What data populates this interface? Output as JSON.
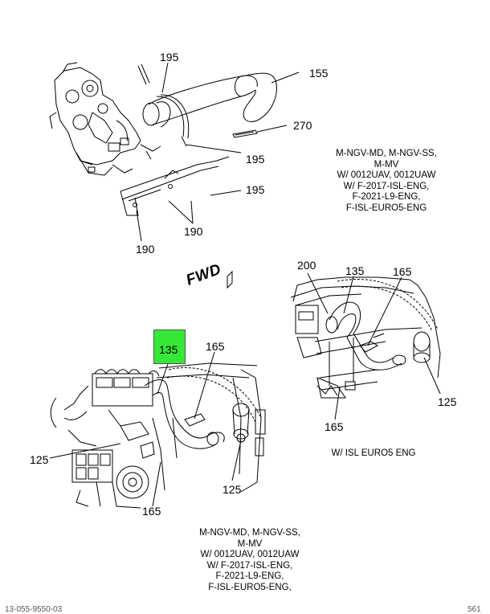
{
  "callouts": {
    "top_195_a": "195",
    "top_155": "155",
    "top_270": "270",
    "top_195_b": "195",
    "top_195_c": "195",
    "top_190_a": "190",
    "top_190_b": "190",
    "left_135": "135",
    "left_165_a": "165",
    "left_125_a": "125",
    "left_125_b": "125",
    "left_165_b": "165",
    "right_200": "200",
    "right_135": "135",
    "right_165_a": "165",
    "right_125": "125",
    "right_165_b": "165"
  },
  "fwd_label": "FWD",
  "note_top": [
    "M-NGV-MD, M-NGV-SS,",
    "M-MV",
    "W/ 0012UAV, 0012UAW",
    "W/ F-2017-ISL-ENG,",
    "F-2021-L9-ENG,",
    "F-ISL-EURO5-ENG"
  ],
  "note_right": "W/ ISL EURO5 ENG",
  "note_bottom": [
    "M-NGV-MD, M-NGV-SS,",
    "M-MV",
    "W/ 0012UAV, 0012UAW",
    "W/ F-2017-ISL-ENG,",
    "F-2021-L9-ENG,",
    "F-ISL-EURO5-ENG,"
  ],
  "footer_left": "13-055-9550-03",
  "footer_right": "561",
  "colors": {
    "highlight": "#35e835",
    "line": "#000000"
  }
}
